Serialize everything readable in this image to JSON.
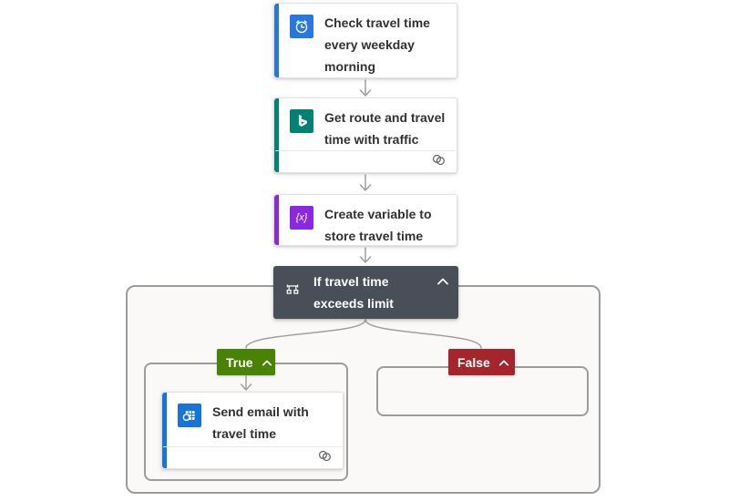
{
  "flow": {
    "trigger": {
      "title": "Check travel time every weekday morning",
      "icon": "recurrence-clock-icon",
      "accent": "#2877E0"
    },
    "actions": [
      {
        "title": "Get route and travel time with traffic",
        "icon": "bing-maps-icon",
        "accent": "#008272",
        "has_connection_indicator": true
      },
      {
        "title": "Create variable to store travel time",
        "icon": "variable-icon",
        "icon_glyph": "{x}",
        "accent": "#8A28E0"
      }
    ],
    "condition": {
      "title": "If travel time exceeds limit",
      "collapsed": false,
      "header_color": "#484F59"
    },
    "branches": {
      "true": {
        "label": "True",
        "color": "#498205",
        "action": {
          "title": "Send email with travel time",
          "icon": "outlook-icon",
          "accent": "#1673DA",
          "has_connection_indicator": true
        }
      },
      "false": {
        "label": "False",
        "color": "#A4262C",
        "actions": []
      }
    },
    "connector_color": "#A19F9D",
    "scope_border_color": "#9E9C9A"
  }
}
